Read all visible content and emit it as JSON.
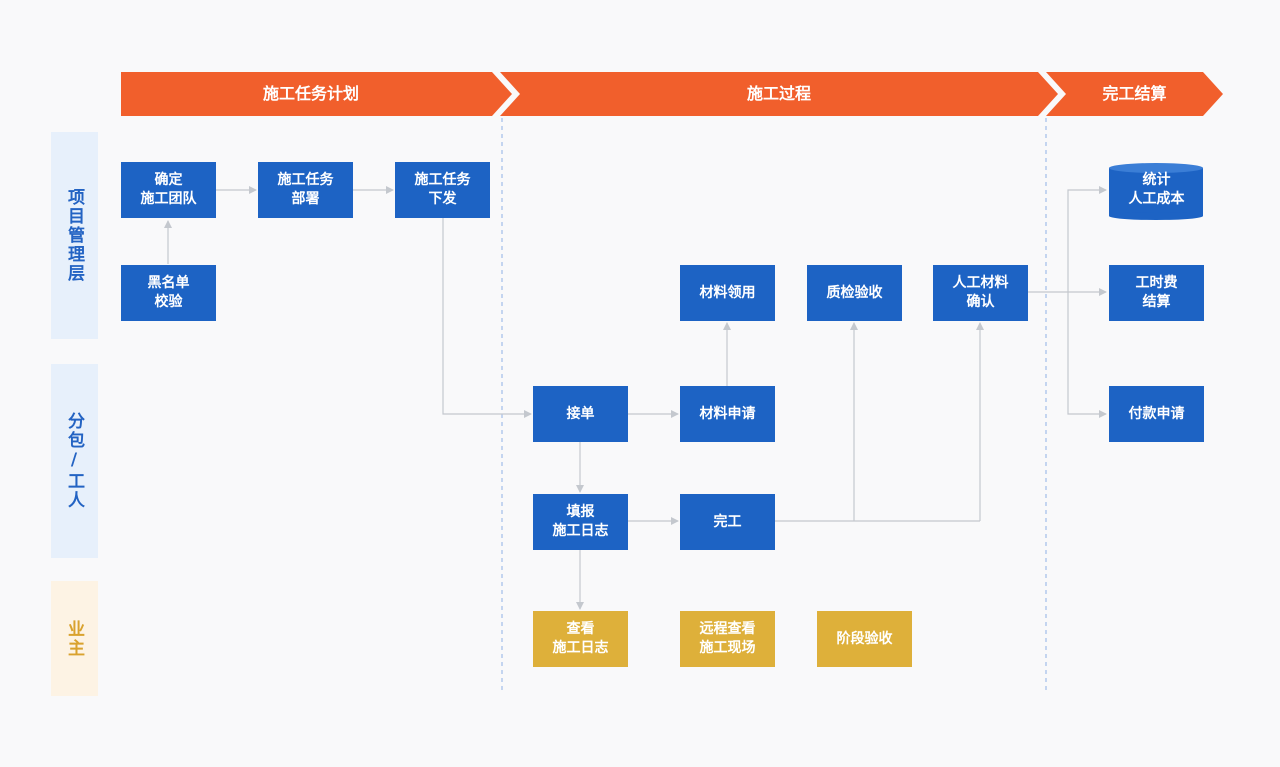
{
  "phases": {
    "planning": "施工任务计划",
    "process": "施工过程",
    "settlement": "完工结算"
  },
  "lanes": {
    "management": "项目管理层",
    "subcontractor": "分包/工人",
    "owner": "业主"
  },
  "nodes": {
    "team": "确定\n施工团队",
    "blacklist": "黑名单\n校验",
    "deploy": "施工任务\n部署",
    "dispatch": "施工任务\n下发",
    "accept": "接单",
    "mat_request": "材料申请",
    "mat_use": "材料领用",
    "quality": "质检验收",
    "confirm": "人工材料\n确认",
    "log": "填报\n施工日志",
    "done": "完工",
    "cost": "统计\n人工成本",
    "hours": "工时费\n结算",
    "payment": "付款申请",
    "view_log": "查看\n施工日志",
    "remote": "远程查看\n施工现场",
    "stage_accept": "阶段验收"
  },
  "colors": {
    "phase": "#f15f2c",
    "node_blue": "#1d63c4",
    "node_gold": "#deb03a",
    "lane_blue_bg": "#e7f0fb",
    "lane_blue_text": "#2363c3",
    "lane_gold_bg": "#fdf3e4",
    "lane_gold_text": "#d9a22e",
    "connector": "#c4c8ce",
    "divider": "#8fb1e6"
  }
}
